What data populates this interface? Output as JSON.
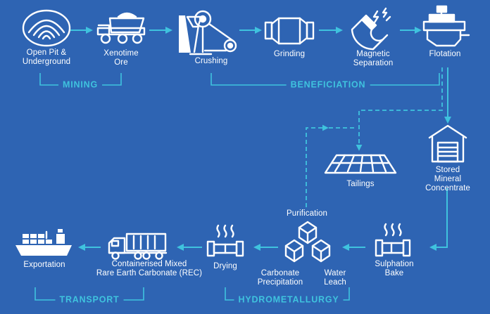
{
  "colors": {
    "background": "#2E64B3",
    "icon": "#FFFFFF",
    "arrow": "#3FC3DE",
    "section": "#3FC3DE"
  },
  "steps": {
    "open_pit": {
      "label": "Open Pit &\nUnderground",
      "icon": "open-pit-icon"
    },
    "xenotime": {
      "label": "Xenotime\nOre",
      "icon": "dump-truck-icon"
    },
    "crushing": {
      "label": "Crushing",
      "icon": "crusher-icon"
    },
    "grinding": {
      "label": "Grinding",
      "icon": "grinding-mill-icon"
    },
    "magnetic": {
      "label": "Magnetic\nSeparation",
      "icon": "magnet-icon"
    },
    "flotation": {
      "label": "Flotation",
      "icon": "flotation-cell-icon"
    },
    "stored": {
      "label": "Stored Mineral\nConcentrate",
      "icon": "storage-shed-icon"
    },
    "tailings": {
      "label": "Tailings",
      "icon": "tailings-pile-icon"
    },
    "sulphation": {
      "label": "Sulphation\nBake",
      "icon": "kiln-icon"
    },
    "purification": {
      "label": "Purification",
      "icon": "cubes-icon"
    },
    "carbonate": {
      "label": "Carbonate\nPrecipitation"
    },
    "water_leach": {
      "label": "Water\nLeach"
    },
    "drying": {
      "label": "Drying",
      "icon": "dryer-icon"
    },
    "rec": {
      "label": "Containerised Mixed\nRare Earth Carbonate (REC)",
      "icon": "container-truck-icon"
    },
    "export": {
      "label": "Exportation",
      "icon": "cargo-ship-icon"
    }
  },
  "sections": {
    "mining": "MINING",
    "beneficiation": "BENEFICIATION",
    "transport": "TRANSPORT",
    "hydrometallurgy": "HYDROMETALLURGY"
  }
}
